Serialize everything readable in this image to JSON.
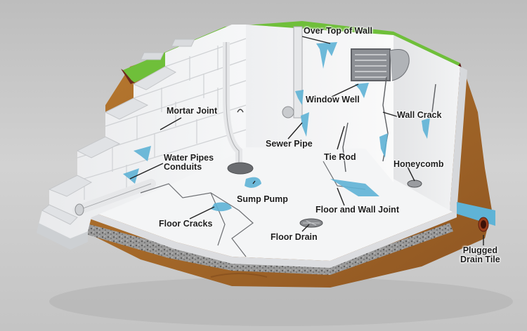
{
  "labels": {
    "over_top_of_wall": "Over Top of Wall",
    "mortar_joint": "Mortar Joint",
    "window_well": "Window Well",
    "wall_crack": "Wall Crack",
    "sewer_pipe": "Sewer Pipe",
    "tie_rod": "Tie Rod",
    "water_pipes_line1": "Water Pipes",
    "water_pipes_line2": "Conduits",
    "honeycomb": "Honeycomb",
    "sump_pump": "Sump Pump",
    "floor_and_wall_joint": "Floor and Wall Joint",
    "floor_cracks": "Floor Cracks",
    "floor_drain": "Floor Drain",
    "plugged_line1": "Plugged",
    "plugged_line2": "Drain Tile"
  },
  "colors": {
    "background": "#c9c9c9",
    "grass": "#6fbf3a",
    "soil": "#a8692c",
    "wall": "#f3f4f5",
    "water": "#5fb3d6",
    "gravel": "#8a8a8a",
    "drain_tile": "#9a3f1c"
  }
}
